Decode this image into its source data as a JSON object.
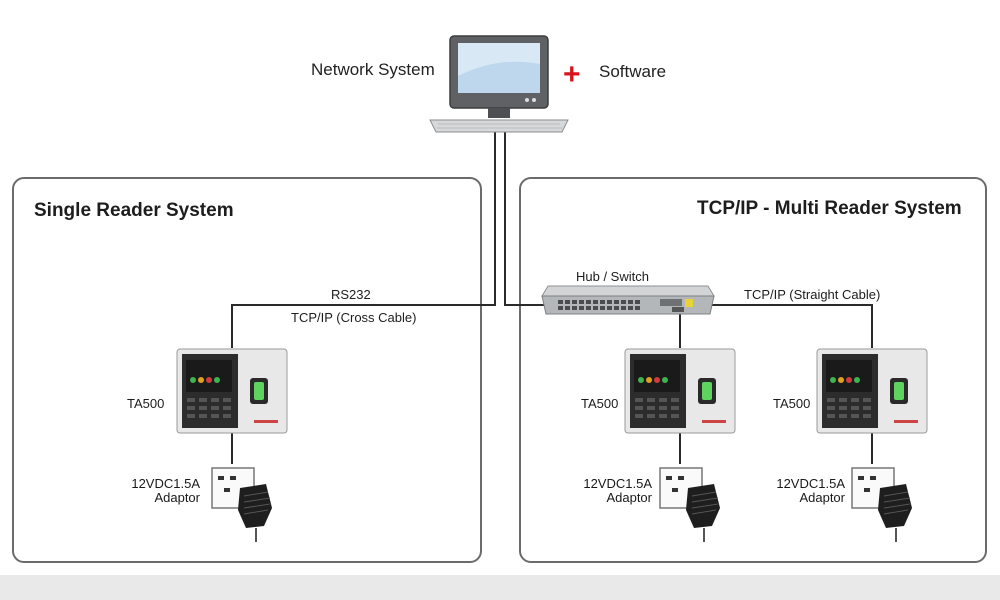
{
  "header": {
    "computer_label": "Network System",
    "software_label": "Software"
  },
  "panels": {
    "single": {
      "title": "Single Reader System"
    },
    "multi": {
      "title": "TCP/IP - Multi Reader System"
    }
  },
  "connections": {
    "rs232": "RS232",
    "cross_cable": "TCP/IP (Cross Cable)",
    "straight_cable": "TCP/IP (Straight Cable)",
    "hub_switch": "Hub / Switch"
  },
  "devices": [
    {
      "model": "TA500",
      "power_line1": "12VDC1.5A",
      "power_line2": "Adaptor"
    },
    {
      "model": "TA500",
      "power_line1": "12VDC1.5A",
      "power_line2": "Adaptor"
    },
    {
      "model": "TA500",
      "power_line1": "12VDC1.5A",
      "power_line2": "Adaptor"
    }
  ],
  "colors": {
    "accent_plus": "#d8141b",
    "panel_border": "#6b6b6b",
    "footer_band": "#e9e9e9"
  }
}
